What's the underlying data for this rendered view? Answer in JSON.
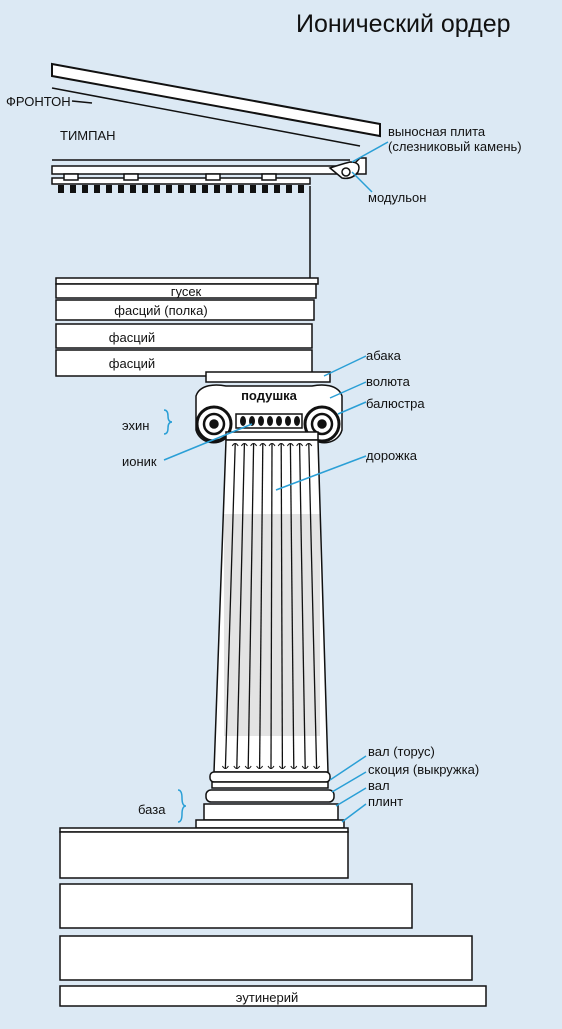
{
  "title": "Ионический ордер",
  "colors": {
    "background": "#dce9f4",
    "stone": "#ffffff",
    "line": "#111111",
    "leader": "#2a9fd6"
  },
  "labels": {
    "pediment": "ФРОНТОН",
    "tympanum": "ТИМПАН",
    "corona": "выносная плита",
    "corona_note": "(слезниковый камень)",
    "modillion": "модульон",
    "cyma": "гусек",
    "fascia_shelf": "фасций (полка)",
    "fascia_1": "фасций",
    "fascia_2": "фасций",
    "abacus": "абака",
    "pulvinus": "подушка",
    "volute": "волюта",
    "baluster": "балюстра",
    "echinus": "эхин",
    "ionic_cymatium": "ионик",
    "fillet": "дорожка",
    "torus": "вал (торус)",
    "scotia": "скоция (выкружка)",
    "torus_2": "вал",
    "plinth": "плинт",
    "base": "база",
    "euthynteria": "эутинерий"
  }
}
